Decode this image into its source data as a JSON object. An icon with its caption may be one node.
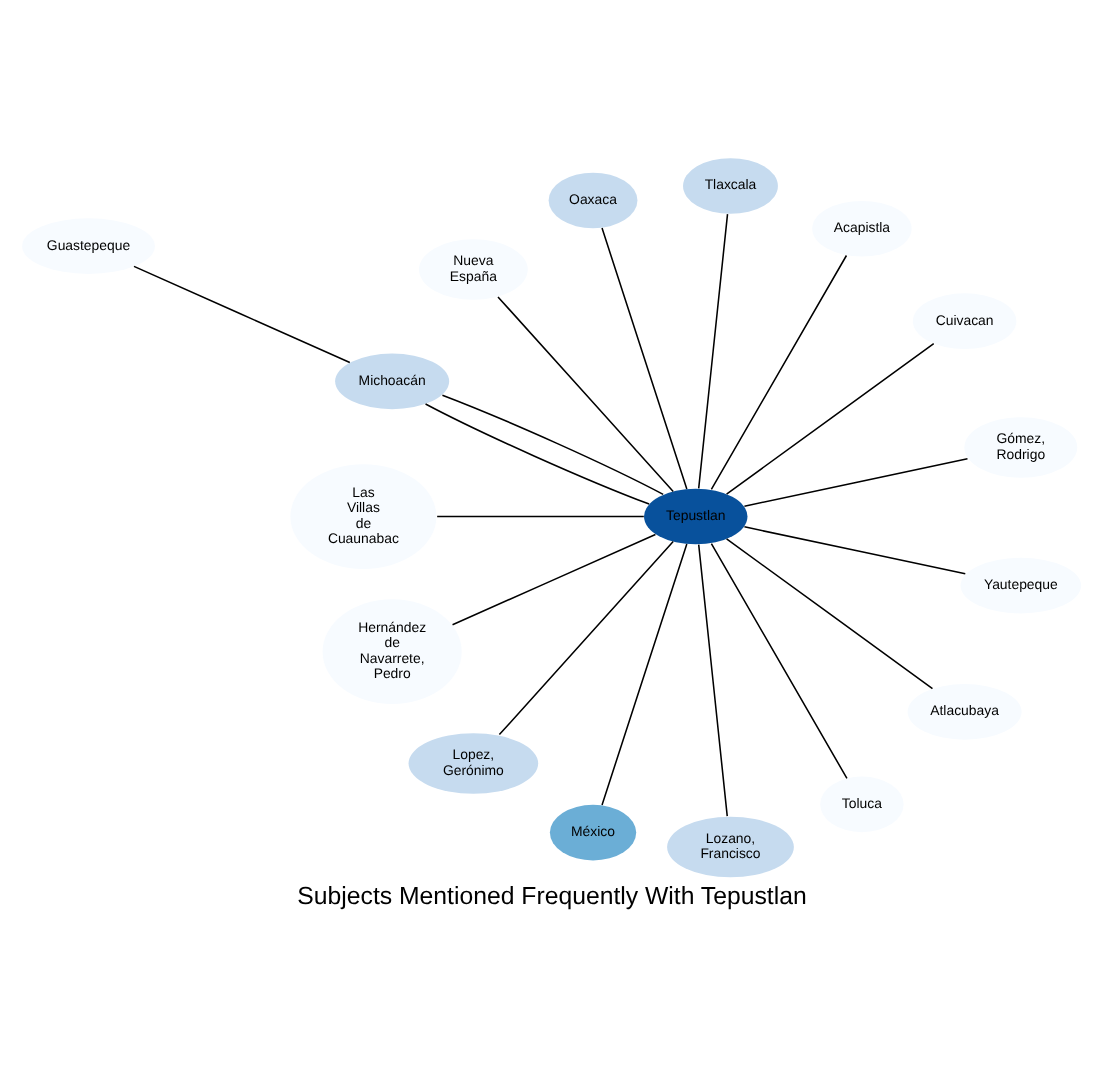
{
  "diagram": {
    "title": "Subjects Mentioned Frequently With Tepustlan",
    "nodes": [
      {
        "text": [
          "Gómez, Rodrigo"
        ]
      },
      {
        "text": [
          "Cuivacan"
        ]
      },
      {
        "text": [
          "Acapistla"
        ]
      },
      {
        "text": [
          "Tlaxcala"
        ]
      },
      {
        "text": [
          "Guastepeque"
        ]
      },
      {
        "text": [
          "Oaxaca"
        ]
      },
      {
        "text": [
          "Nueva España"
        ]
      },
      {
        "text": [
          "Michoacán"
        ]
      },
      {
        "text": [
          "Tepustlan"
        ]
      },
      {
        "text": [
          "Las Villas de Cuaunabac"
        ]
      },
      {
        "text": [
          "Hernández de Navarrete, Pedro"
        ]
      },
      {
        "text": [
          "Lopez, Gerónimo"
        ]
      },
      {
        "text": [
          "México"
        ]
      },
      {
        "text": [
          "Lozano, Francisco"
        ]
      },
      {
        "text": [
          "Toluca"
        ]
      },
      {
        "text": [
          "Atlacubaya"
        ]
      },
      {
        "text": [
          "Yautepeque"
        ]
      }
    ],
    "edges": [
      {
        "from": 8,
        "to": 0,
        "arrow": "none"
      },
      {
        "from": 8,
        "to": 1,
        "arrow": "none"
      },
      {
        "from": 8,
        "to": 2,
        "arrow": "none"
      },
      {
        "from": 8,
        "to": 3,
        "arrow": "none"
      },
      {
        "from": 4,
        "to": 7,
        "arrow": "none"
      },
      {
        "from": 8,
        "to": 5,
        "arrow": "none"
      },
      {
        "from": 8,
        "to": 6,
        "arrow": "none"
      },
      {
        "from": 8,
        "to": 7,
        "arrow": "none"
      },
      {
        "from": 8,
        "to": 7,
        "arrow": "none"
      },
      {
        "from": 8,
        "to": 9,
        "arrow": "none"
      },
      {
        "from": 8,
        "to": 10,
        "arrow": "none"
      },
      {
        "from": 8,
        "to": 11,
        "arrow": "none"
      },
      {
        "from": 8,
        "to": 12,
        "arrow": "none"
      },
      {
        "from": 8,
        "to": 13,
        "arrow": "none"
      },
      {
        "from": 8,
        "to": 14,
        "arrow": "none"
      },
      {
        "from": 8,
        "to": 15,
        "arrow": "none"
      },
      {
        "from": 8,
        "to": 16,
        "arrow": "none"
      }
    ]
  }
}
